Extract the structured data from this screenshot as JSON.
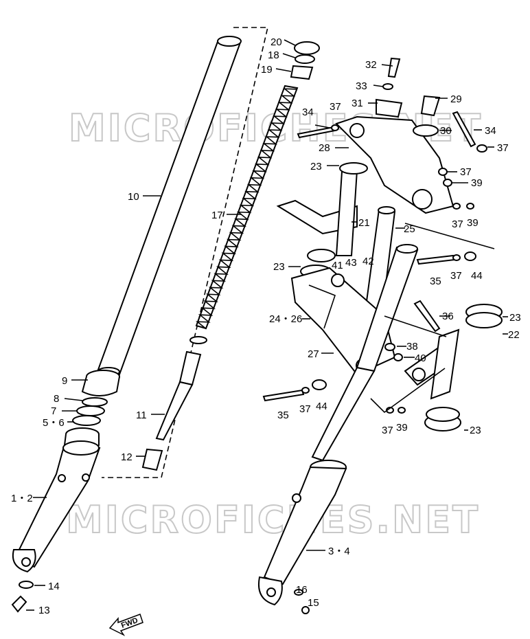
{
  "watermarks": [
    "MICROFICHES.NET",
    "MICROFICHES.NET"
  ],
  "direction_label": "FWD",
  "labels": [
    {
      "id": "20",
      "text": "20"
    },
    {
      "id": "18",
      "text": "18"
    },
    {
      "id": "19",
      "text": "19"
    },
    {
      "id": "10",
      "text": "10"
    },
    {
      "id": "17",
      "text": "17"
    },
    {
      "id": "9",
      "text": "9"
    },
    {
      "id": "8",
      "text": "8"
    },
    {
      "id": "7",
      "text": "7"
    },
    {
      "id": "5-6",
      "text": "5・6"
    },
    {
      "id": "11",
      "text": "11"
    },
    {
      "id": "12",
      "text": "12"
    },
    {
      "id": "1-2",
      "text": "1・2"
    },
    {
      "id": "14",
      "text": "14"
    },
    {
      "id": "13",
      "text": "13"
    },
    {
      "id": "32",
      "text": "32"
    },
    {
      "id": "33",
      "text": "33"
    },
    {
      "id": "31",
      "text": "31"
    },
    {
      "id": "29",
      "text": "29"
    },
    {
      "id": "34a",
      "text": "34"
    },
    {
      "id": "37a",
      "text": "37"
    },
    {
      "id": "30",
      "text": "30"
    },
    {
      "id": "34b",
      "text": "34"
    },
    {
      "id": "28",
      "text": "28"
    },
    {
      "id": "37b",
      "text": "37"
    },
    {
      "id": "23a",
      "text": "23"
    },
    {
      "id": "37c",
      "text": "37"
    },
    {
      "id": "39a",
      "text": "39"
    },
    {
      "id": "21",
      "text": "21"
    },
    {
      "id": "25",
      "text": "25"
    },
    {
      "id": "37d",
      "text": "37"
    },
    {
      "id": "39b",
      "text": "39"
    },
    {
      "id": "23b",
      "text": "23"
    },
    {
      "id": "41",
      "text": "41"
    },
    {
      "id": "43",
      "text": "43"
    },
    {
      "id": "42",
      "text": "42"
    },
    {
      "id": "35a",
      "text": "35"
    },
    {
      "id": "37e",
      "text": "37"
    },
    {
      "id": "44a",
      "text": "44"
    },
    {
      "id": "24-26",
      "text": "24・26"
    },
    {
      "id": "36",
      "text": "36"
    },
    {
      "id": "23c",
      "text": "23"
    },
    {
      "id": "22",
      "text": "22"
    },
    {
      "id": "27",
      "text": "27"
    },
    {
      "id": "38",
      "text": "38"
    },
    {
      "id": "40",
      "text": "40"
    },
    {
      "id": "35b",
      "text": "35"
    },
    {
      "id": "37f",
      "text": "37"
    },
    {
      "id": "44b",
      "text": "44"
    },
    {
      "id": "37g",
      "text": "37"
    },
    {
      "id": "39c",
      "text": "39"
    },
    {
      "id": "23d",
      "text": "23"
    },
    {
      "id": "3-4",
      "text": "3・4"
    },
    {
      "id": "16",
      "text": "16"
    },
    {
      "id": "15",
      "text": "15"
    }
  ]
}
